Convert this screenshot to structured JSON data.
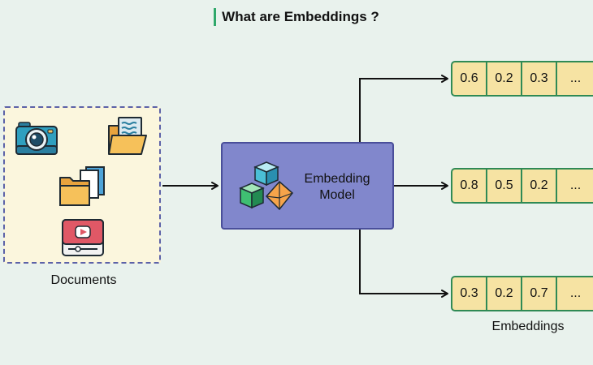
{
  "title": "What are Embeddings ?",
  "documents": {
    "label": "Documents",
    "icons": [
      "camera-icon",
      "document-folder-icon",
      "files-folder-icon",
      "video-player-icon"
    ]
  },
  "model": {
    "label_line1": "Embedding",
    "label_line2": "Model",
    "icon": "cubes-icon"
  },
  "embeddings": {
    "label": "Embeddings",
    "vectors": [
      [
        "0.6",
        "0.2",
        "0.3",
        "..."
      ],
      [
        "0.8",
        "0.5",
        "0.2",
        "..."
      ],
      [
        "0.3",
        "0.2",
        "0.7",
        "..."
      ]
    ]
  },
  "colors": {
    "background": "#e9f2ed",
    "accent": "#2fa86a",
    "documents_fill": "#fbf6dd",
    "documents_border": "#5c62a8",
    "model_fill": "#8187cc",
    "vector_fill": "#f6e3a3",
    "vector_border": "#2f8a55"
  }
}
